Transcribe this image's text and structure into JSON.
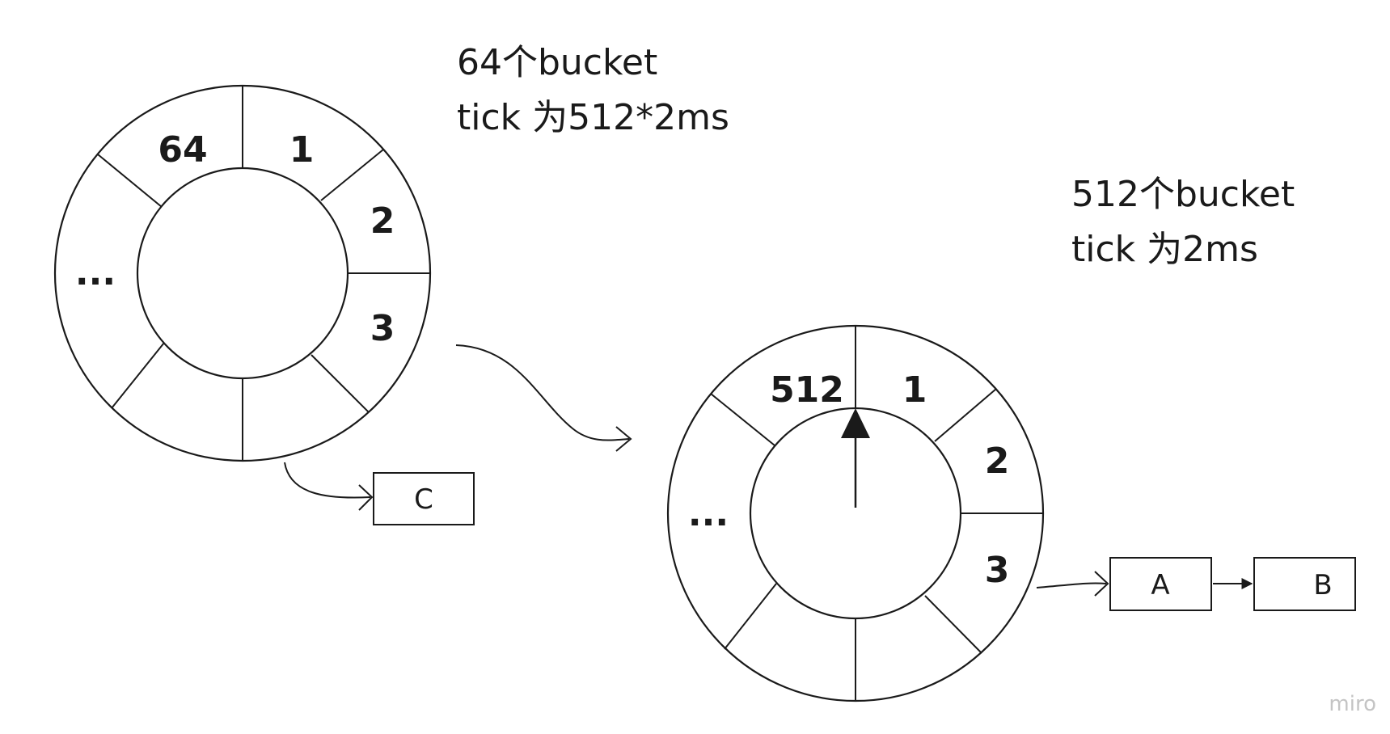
{
  "outer_wheel": {
    "caption_line1": "64个bucket",
    "caption_line2": "tick 为512*2ms",
    "slot_labels": {
      "last": "64",
      "first": "1",
      "second": "2",
      "third": "3",
      "ellipsis": "..."
    },
    "bucket_item": "C"
  },
  "inner_wheel": {
    "caption_line1": "512个bucket",
    "caption_line2": "tick 为2ms",
    "slot_labels": {
      "last": "512",
      "first": "1",
      "second": "2",
      "third": "3",
      "ellipsis": "..."
    },
    "bucket_items": [
      "A",
      "B"
    ]
  },
  "watermark": "miro"
}
